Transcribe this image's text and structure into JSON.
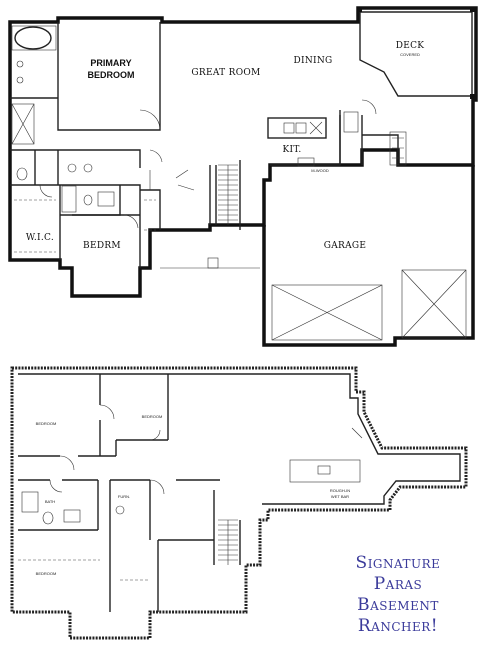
{
  "main_floor": {
    "rooms": {
      "primary_bedroom_line1": "PRIMARY",
      "primary_bedroom_line2": "BEDROOM",
      "great_room": "GREAT ROOM",
      "dining": "DINING",
      "deck": "DECK",
      "deck_note": "COVERED",
      "kitchen": "KIT.",
      "wic": "W.I.C.",
      "bedroom": "BEDRM",
      "garage": "GARAGE",
      "mwood": "M-WOOD"
    }
  },
  "basement": {
    "rooms": {
      "bedroom_a": "BEDROOM",
      "bedroom_b": "BEDROOM",
      "bedroom_c": "BEDROOM",
      "bath": "BATH",
      "furn": "FURN.",
      "roughin_line1": "ROUGH-IN",
      "roughin_line2": "WET BAR"
    }
  },
  "caption": {
    "line1": "Signature",
    "line2": "Paras",
    "line3": "Basement",
    "line4": "Rancher!"
  },
  "colors": {
    "wall": "#111111",
    "caption": "#3a3a9a",
    "background": "#ffffff"
  }
}
